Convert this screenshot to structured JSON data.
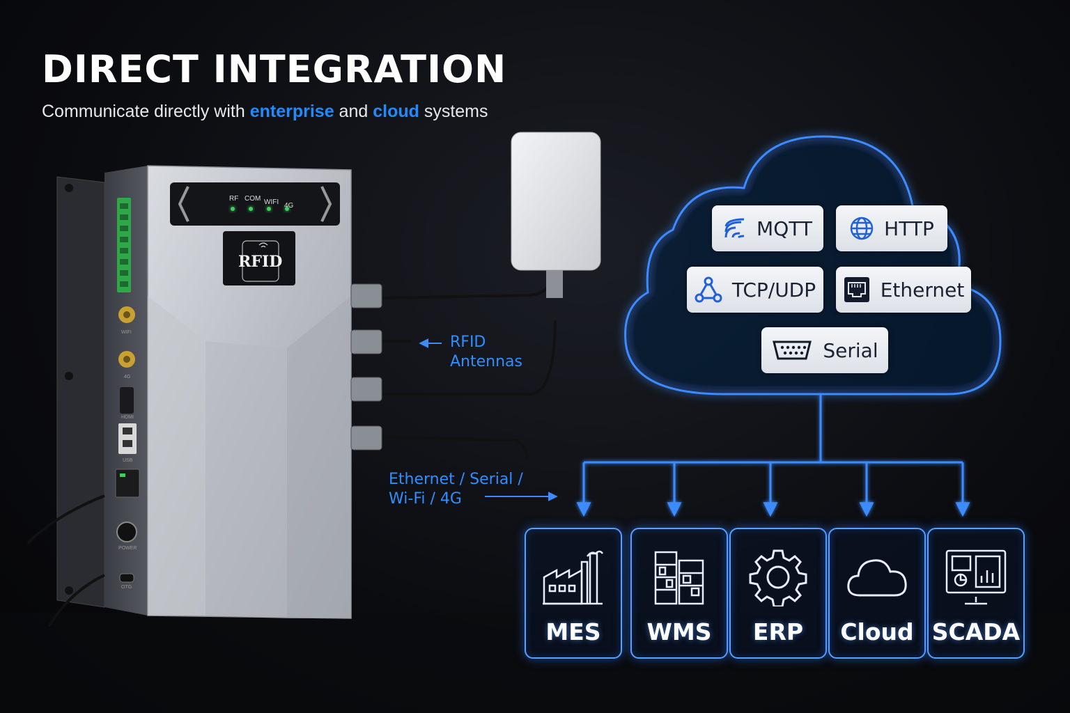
{
  "title": "DIRECT INTEGRATION",
  "subtitle": {
    "before": "Communicate directly with ",
    "hl1": "enterprise",
    "mid": " and ",
    "hl2": "cloud",
    "after": " systems"
  },
  "device": {
    "badge": "RFID",
    "leds": [
      "RF",
      "COM",
      "WIFI",
      "4G"
    ],
    "ports": [
      "WIFI",
      "4G",
      "HDMI",
      "USB",
      "POWER",
      "OTG"
    ]
  },
  "labels": {
    "antennas": [
      "RFID",
      "Antennas"
    ],
    "connectivity": [
      "Ethernet / Serial /",
      "Wi-Fi / 4G"
    ]
  },
  "protocols": [
    {
      "label": "MQTT",
      "icon": "mqtt-icon"
    },
    {
      "label": "HTTP",
      "icon": "globe-icon"
    },
    {
      "label": "TCP/UDP",
      "icon": "network-nodes-icon"
    },
    {
      "label": "Ethernet",
      "icon": "ethernet-port-icon"
    },
    {
      "label": "Serial",
      "icon": "serial-port-icon"
    }
  ],
  "systems": [
    {
      "label": "MES",
      "icon": "factory-icon"
    },
    {
      "label": "WMS",
      "icon": "warehouse-shelves-icon"
    },
    {
      "label": "ERP",
      "icon": "gear-icon"
    },
    {
      "label": "Cloud",
      "icon": "cloud-icon"
    },
    {
      "label": "SCADA",
      "icon": "monitor-dashboard-icon"
    }
  ],
  "colors": {
    "accent": "#1f8bff",
    "glow": "#3d8bff",
    "device": "#c9ccd1"
  }
}
